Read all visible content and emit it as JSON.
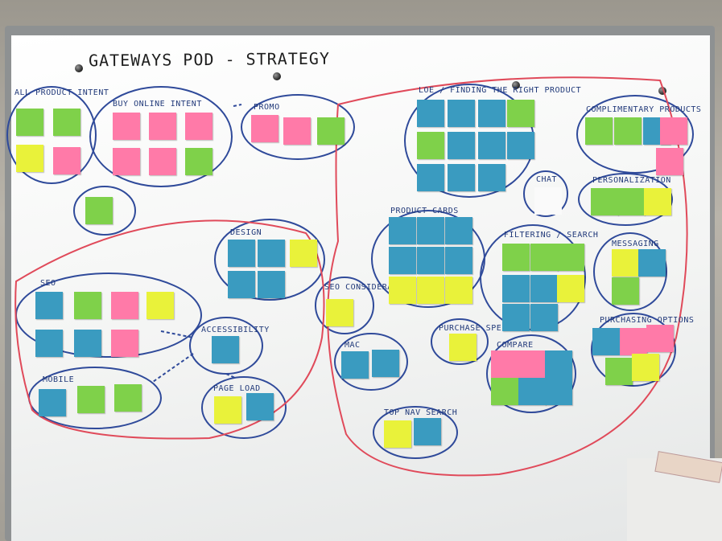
{
  "board": {
    "title": "GATEWAYS POD - STRATEGY",
    "sections": {
      "all_product_intent": "ALL PRODUCT INTENT",
      "buy_online_intent": "BUY ONLINE INTENT",
      "promo": "PROMO",
      "loe_finding": "LOE / FINDING THE RIGHT PRODUCT",
      "complimentary": "COMPLIMENTARY PRODUCTS",
      "chat": "CHAT",
      "personalization": "PERSONALIZATION",
      "design": "DESIGN",
      "product_cards": "PRODUCT CARDS",
      "filtering": "FILTERING / SEARCH",
      "messaging": "MESSAGING",
      "seo": "SEO",
      "seo_consideration": "SEO CONSIDERATION",
      "accessibility": "ACCESSIBILITY",
      "purchase_speed": "PURCHASE SPEED",
      "purchasing_options": "PURCHASING OPTIONS",
      "mac": "MAC",
      "compare": "COMPARE",
      "mobile": "MOBILE",
      "page_load": "PAGE LOAD",
      "top_nav_search": "TOP NAV SEARCH"
    }
  }
}
